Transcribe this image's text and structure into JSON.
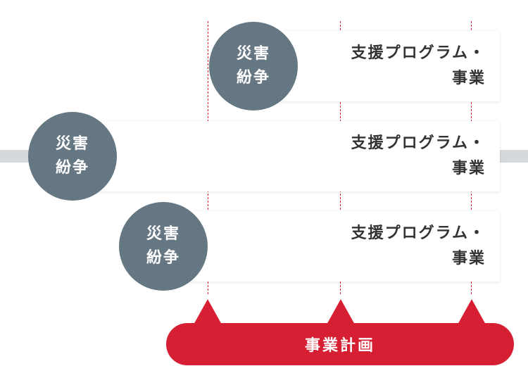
{
  "rows": [
    {
      "circle_line1": "災害",
      "circle_line2": "紛争",
      "card_line1": "支援プログラム・",
      "card_line2": "事業"
    },
    {
      "circle_line1": "災害",
      "circle_line2": "紛争",
      "card_line1": "支援プログラム・",
      "card_line2": "事業"
    },
    {
      "circle_line1": "災害",
      "circle_line2": "紛争",
      "card_line1": "支援プログラム・",
      "card_line2": "事業"
    }
  ],
  "base_label": "事業計画",
  "colors": {
    "accent_red": "#d61f32",
    "circle_gray": "#647782",
    "band_gray": "#d5d9dc",
    "text_dark": "#333333"
  }
}
